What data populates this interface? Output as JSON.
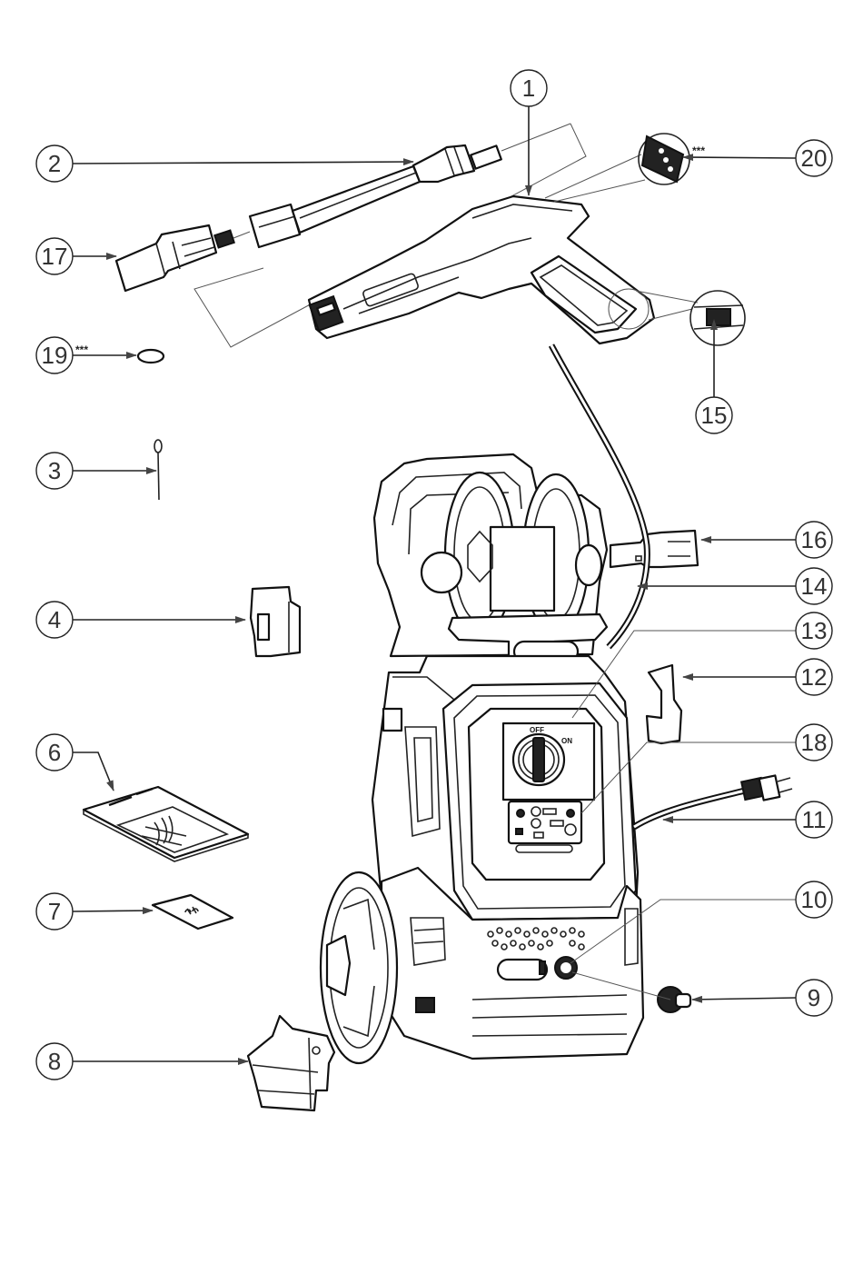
{
  "diagram": {
    "type": "exploded-parts-diagram",
    "subject": "pressure washer with hose reel",
    "accessory_mark": "***",
    "dial_labels": {
      "off": "OFF",
      "on": "ON"
    },
    "callouts": [
      {
        "id": "c1",
        "number": "1",
        "part": "spray-gun"
      },
      {
        "id": "c2",
        "number": "2",
        "part": "lance"
      },
      {
        "id": "c3",
        "number": "3",
        "part": "nozzle-cleaning-needle"
      },
      {
        "id": "c4",
        "number": "4",
        "part": "gun-holder"
      },
      {
        "id": "c6",
        "number": "6",
        "part": "instruction-manual"
      },
      {
        "id": "c7",
        "number": "7",
        "part": "screw-bag"
      },
      {
        "id": "c8",
        "number": "8",
        "part": "accessory-holder"
      },
      {
        "id": "c9",
        "number": "9",
        "part": "water-inlet-connector"
      },
      {
        "id": "c10",
        "number": "10",
        "part": "water-inlet"
      },
      {
        "id": "c11",
        "number": "11",
        "part": "power-cord-plug"
      },
      {
        "id": "c12",
        "number": "12",
        "part": "cord-hook"
      },
      {
        "id": "c13",
        "number": "13",
        "part": "on-off-switch"
      },
      {
        "id": "c14",
        "number": "14",
        "part": "high-pressure-hose"
      },
      {
        "id": "c15",
        "number": "15",
        "part": "trigger-lock"
      },
      {
        "id": "c16",
        "number": "16",
        "part": "detergent-bottle"
      },
      {
        "id": "c17",
        "number": "17",
        "part": "adjustable-nozzle"
      },
      {
        "id": "c18",
        "number": "18",
        "part": "control-panel"
      },
      {
        "id": "c19",
        "number": "19",
        "part": "filter",
        "mark": "***"
      },
      {
        "id": "c20",
        "number": "20",
        "part": "gun-connector-detail",
        "mark": "***"
      }
    ]
  }
}
